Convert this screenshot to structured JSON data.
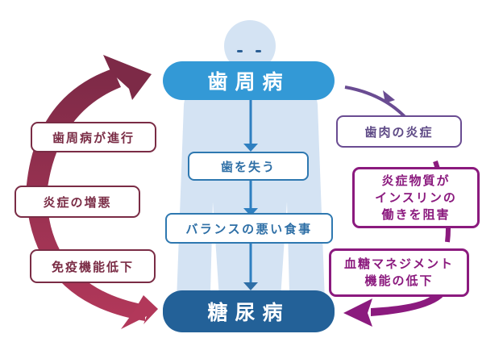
{
  "title": "歯周病と糖尿病の関係",
  "colors": {
    "periodontal_pill": "#3399d6",
    "diabetes_pill": "#236198",
    "body_silhouette": "#d3e3f3",
    "left_cycle_arrow": "#8a2d4c",
    "right_cycle_arrow": "#8b1a7e",
    "upper_right_arrow": "#6a4c92",
    "center_arrow": "#2e7fc0"
  },
  "main": {
    "top_pill": "歯周病",
    "bottom_pill": "糖尿病"
  },
  "center_steps": [
    "歯を失う",
    "バランスの悪い食事"
  ],
  "left_cycle": [
    "歯周病が進行",
    "炎症の増悪",
    "免疫機能低下"
  ],
  "right_cycle": {
    "step1": "歯肉の炎症",
    "step2_lines": [
      "炎症物質が",
      "インスリンの",
      "働きを阻害"
    ],
    "step3_lines": [
      "血糖マネジメント",
      "機能の低下"
    ]
  }
}
